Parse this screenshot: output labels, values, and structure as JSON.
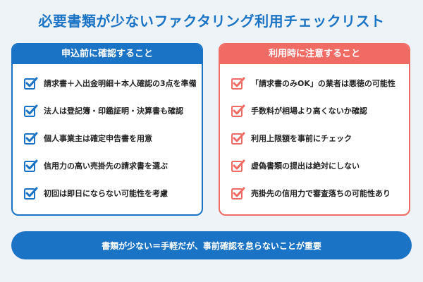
{
  "title": "必要書類が少ないファクタリング利用チェックリスト",
  "colors": {
    "blue": "#1a73c4",
    "red": "#ef6b63",
    "background": "#eef3f8"
  },
  "left_card": {
    "heading": "申込前に確認すること",
    "icon": "check-icon",
    "items": [
      "請求書＋入出金明細＋本人確認の3点を準備",
      "法人は登記簿・印鑑証明・決算書も確認",
      "個人事業主は確定申告書を用意",
      "信用力の高い売掛先の請求書を選ぶ",
      "初回は即日にならない可能性を考慮"
    ]
  },
  "right_card": {
    "heading": "利用時に注意すること",
    "icon": "check-icon",
    "items": [
      "「請求書のみOK」の業者は悪徳の可能性",
      "手数料が相場より高くないか確認",
      "利用上限額を事前にチェック",
      "虚偽書類の提出は絶対にしない",
      "売掛先の信用力で審査落ちの可能性あり"
    ]
  },
  "footer": {
    "text": "書類が少ない＝手軽だが、事前確認を怠らないことが重要"
  }
}
